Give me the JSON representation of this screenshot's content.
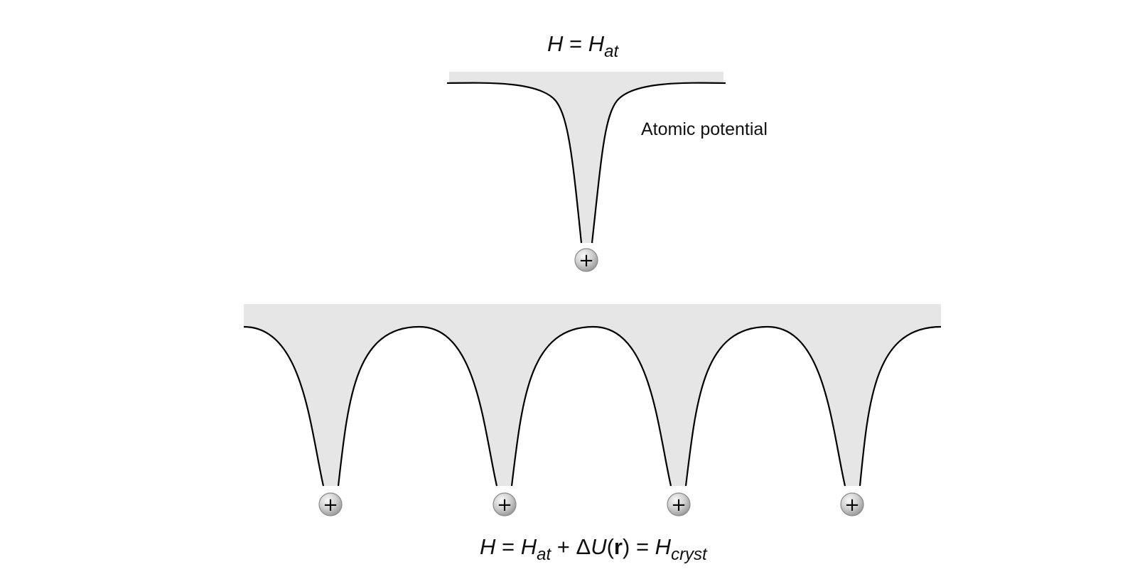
{
  "top": {
    "equation": {
      "h": "H",
      "eq": " = ",
      "h2": "H",
      "sub": "at"
    },
    "label": "Atomic potential"
  },
  "bottom": {
    "equation": {
      "h": "H",
      "eq1": " = ",
      "h_at": "H",
      "sub_at": "at",
      "plus": " + ",
      "delta": "Δ",
      "u": "U",
      "paren_open": "(",
      "r": "r",
      "paren_close": ")",
      "eq2": " = ",
      "h_cryst": "H",
      "sub_cryst": "cryst"
    },
    "nuclei_count": 4
  },
  "nucleus": {
    "symbol": "+"
  },
  "colors": {
    "well_fill": "#e6e6e6",
    "line": "#000000",
    "nucleus_light": "#fafafa",
    "nucleus_dark": "#9a9a9a"
  }
}
